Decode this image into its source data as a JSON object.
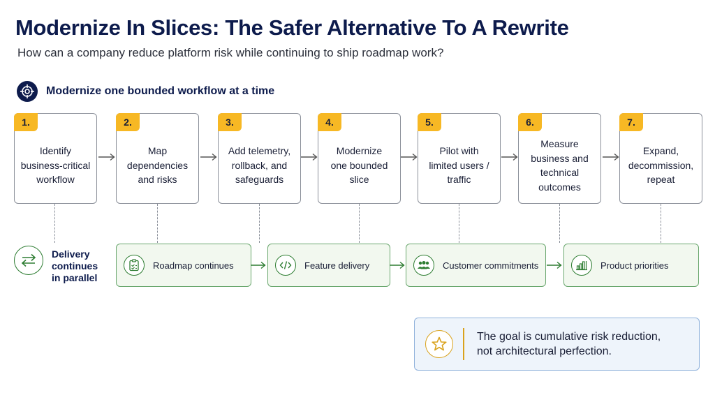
{
  "header": {
    "title": "Modernize In Slices: The Safer Alternative To A Rewrite",
    "subtitle": "How can a company reduce platform risk while continuing to ship roadmap work?"
  },
  "section": {
    "label": "Modernize one bounded workflow at a time",
    "icon": "target-icon"
  },
  "steps": [
    {
      "number": "1.",
      "text": "Identify\nbusiness-critical\nworkflow"
    },
    {
      "number": "2.",
      "text": "Map\ndependencies\nand risks"
    },
    {
      "number": "3.",
      "text": "Add telemetry,\nrollback, and\nsafeguards"
    },
    {
      "number": "4.",
      "text": "Modernize\none bounded\nslice"
    },
    {
      "number": "5.",
      "text": "Pilot with\nlimited users /\ntraffic"
    },
    {
      "number": "6.",
      "text": "Measure\nbusiness and\ntechnical\noutcomes"
    },
    {
      "number": "7.",
      "text": "Expand,\ndecommission,\nrepeat"
    }
  ],
  "delivery": {
    "label": "Delivery\ncontinues\nin parallel",
    "icon": "swap-arrows-icon",
    "items": [
      {
        "label": "Roadmap continues",
        "icon": "clipboard-check-icon"
      },
      {
        "label": "Feature delivery",
        "icon": "code-icon"
      },
      {
        "label": "Customer commitments",
        "icon": "people-icon"
      },
      {
        "label": "Product priorities",
        "icon": "bar-chart-icon"
      }
    ]
  },
  "callout": {
    "text": "The goal is cumulative risk reduction,\nnot architectural perfection.",
    "icon": "star-icon"
  },
  "colors": {
    "navy": "#0d1b4c",
    "badge": "#f7b824",
    "green": "#2e7d32",
    "lane_fill": "#f2f8ef",
    "callout_fill": "#eef4fb",
    "gold": "#d9a21c"
  }
}
